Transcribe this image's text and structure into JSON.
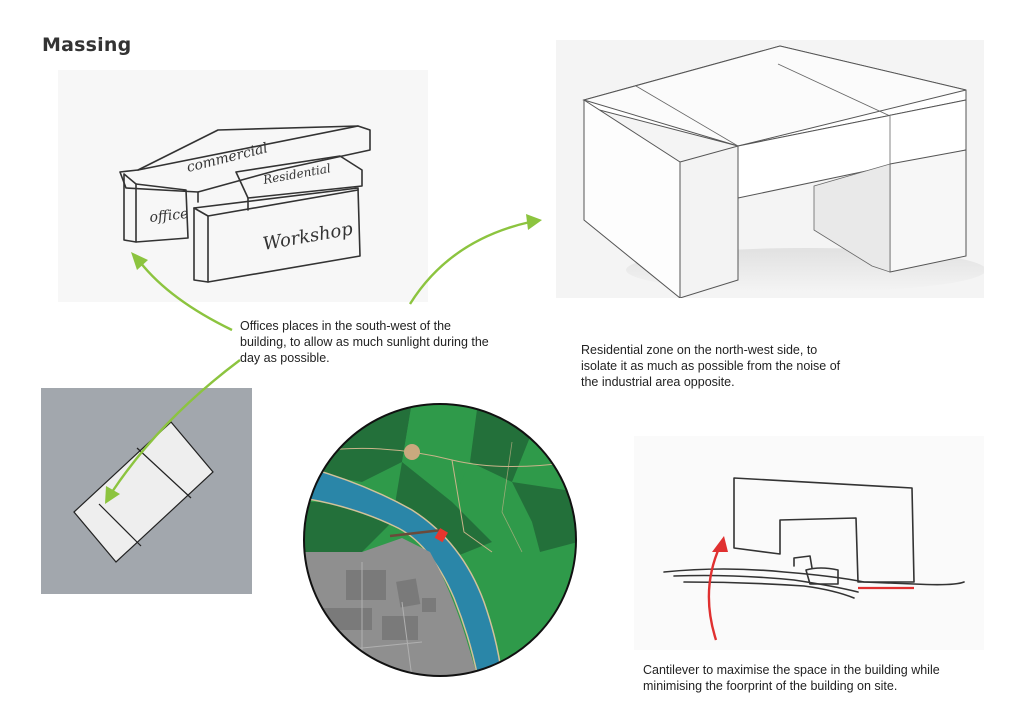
{
  "page": {
    "title": "Massing"
  },
  "captions": {
    "offices": "Offices places in the south-west of the building, to allow as much sunlight during the day as possible.",
    "residential": "Residential zone on the north-west side, to isolate it as much as possible from the noise of the industrial area opposite.",
    "cantilever": "Cantilever to maximise the space in the building while minimising the foorprint of the building on site."
  },
  "sketch_labels": {
    "office": "office",
    "commercial": "commercial",
    "residential": "Residential",
    "workshop": "Workshop"
  },
  "colors": {
    "arrow_green": "#8cc43f",
    "arrow_red": "#e03030",
    "plan_bg": "#a2a7ad",
    "plan_block": "#eeeeee",
    "map_green_light": "#2f9a4a",
    "map_green_dark": "#23703a",
    "map_river": "#2a86a8",
    "map_industrial": "#8f8f8f",
    "map_marker": "#e8362e",
    "map_dot": "#c9a97e"
  }
}
